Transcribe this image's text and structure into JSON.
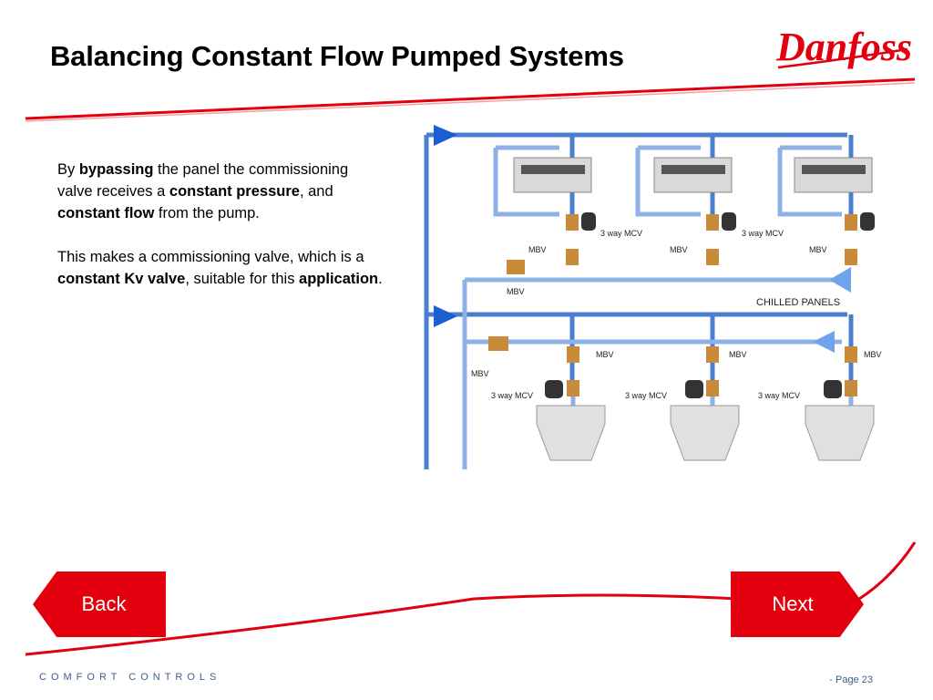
{
  "title": "Balancing Constant Flow Pumped Systems",
  "logo_text": "Danfoss",
  "body": {
    "p1": [
      {
        "text": "By ",
        "bold": false
      },
      {
        "text": "bypassing",
        "bold": true
      },
      {
        "text": "  the panel the commissioning",
        "bold": false
      },
      {
        "text": "\nvalve receives a ",
        "bold": false
      },
      {
        "text": "constant pressure",
        "bold": true
      },
      {
        "text": ", and ",
        "bold": false
      },
      {
        "text": "constant flow",
        "bold": true
      },
      {
        "text": " from the pump.",
        "bold": false
      }
    ],
    "p2": [
      {
        "text": "This makes a commissioning valve, which is a ",
        "bold": false
      },
      {
        "text": "constant Kv valve",
        "bold": true
      },
      {
        "text": ", suitable for this ",
        "bold": false
      },
      {
        "text": "application",
        "bold": true
      },
      {
        "text": ".",
        "bold": false
      }
    ]
  },
  "diagram": {
    "label_mbv": "MBV",
    "label_mcv": "3 way MCV",
    "label_chilled_panels": "CHILLED PANELS"
  },
  "nav": {
    "back": "Back",
    "next": "Next"
  },
  "footer": {
    "brand": "COMFORT   CONTROLS",
    "page": "- Page 23"
  },
  "colors": {
    "accent_red": "#e2000f",
    "pipe_blue": "#4a7fd0",
    "pipe_light": "#8fb2e6"
  }
}
